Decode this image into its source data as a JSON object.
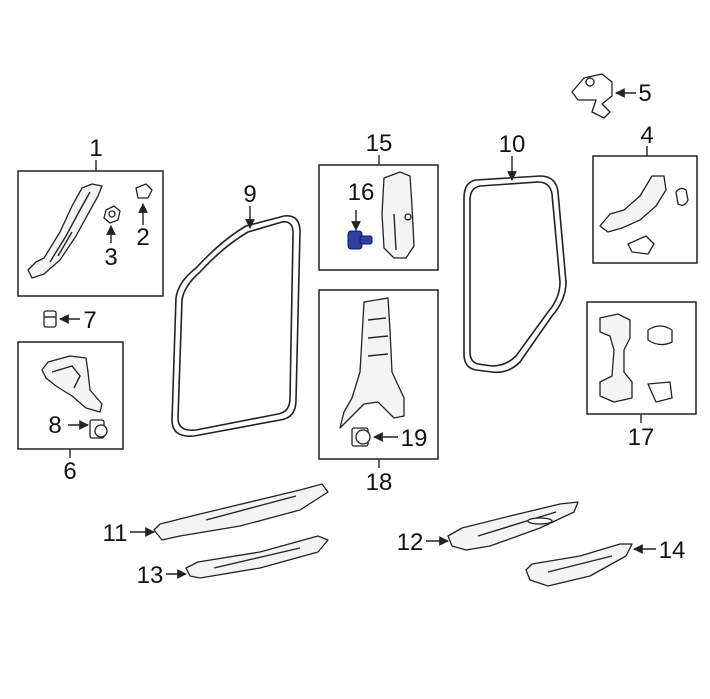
{
  "callouts": [
    {
      "id": "1",
      "label": "1"
    },
    {
      "id": "2",
      "label": "2"
    },
    {
      "id": "3",
      "label": "3"
    },
    {
      "id": "4",
      "label": "4"
    },
    {
      "id": "5",
      "label": "5"
    },
    {
      "id": "6",
      "label": "6"
    },
    {
      "id": "7",
      "label": "7"
    },
    {
      "id": "8",
      "label": "8"
    },
    {
      "id": "9",
      "label": "9"
    },
    {
      "id": "10",
      "label": "10"
    },
    {
      "id": "11",
      "label": "11"
    },
    {
      "id": "12",
      "label": "12"
    },
    {
      "id": "13",
      "label": "13"
    },
    {
      "id": "14",
      "label": "14"
    },
    {
      "id": "15",
      "label": "15"
    },
    {
      "id": "16",
      "label": "16"
    },
    {
      "id": "17",
      "label": "17"
    },
    {
      "id": "18",
      "label": "18"
    },
    {
      "id": "19",
      "label": "19"
    }
  ],
  "highlight_color": "#2e3fa8",
  "highlighted_part": "16"
}
